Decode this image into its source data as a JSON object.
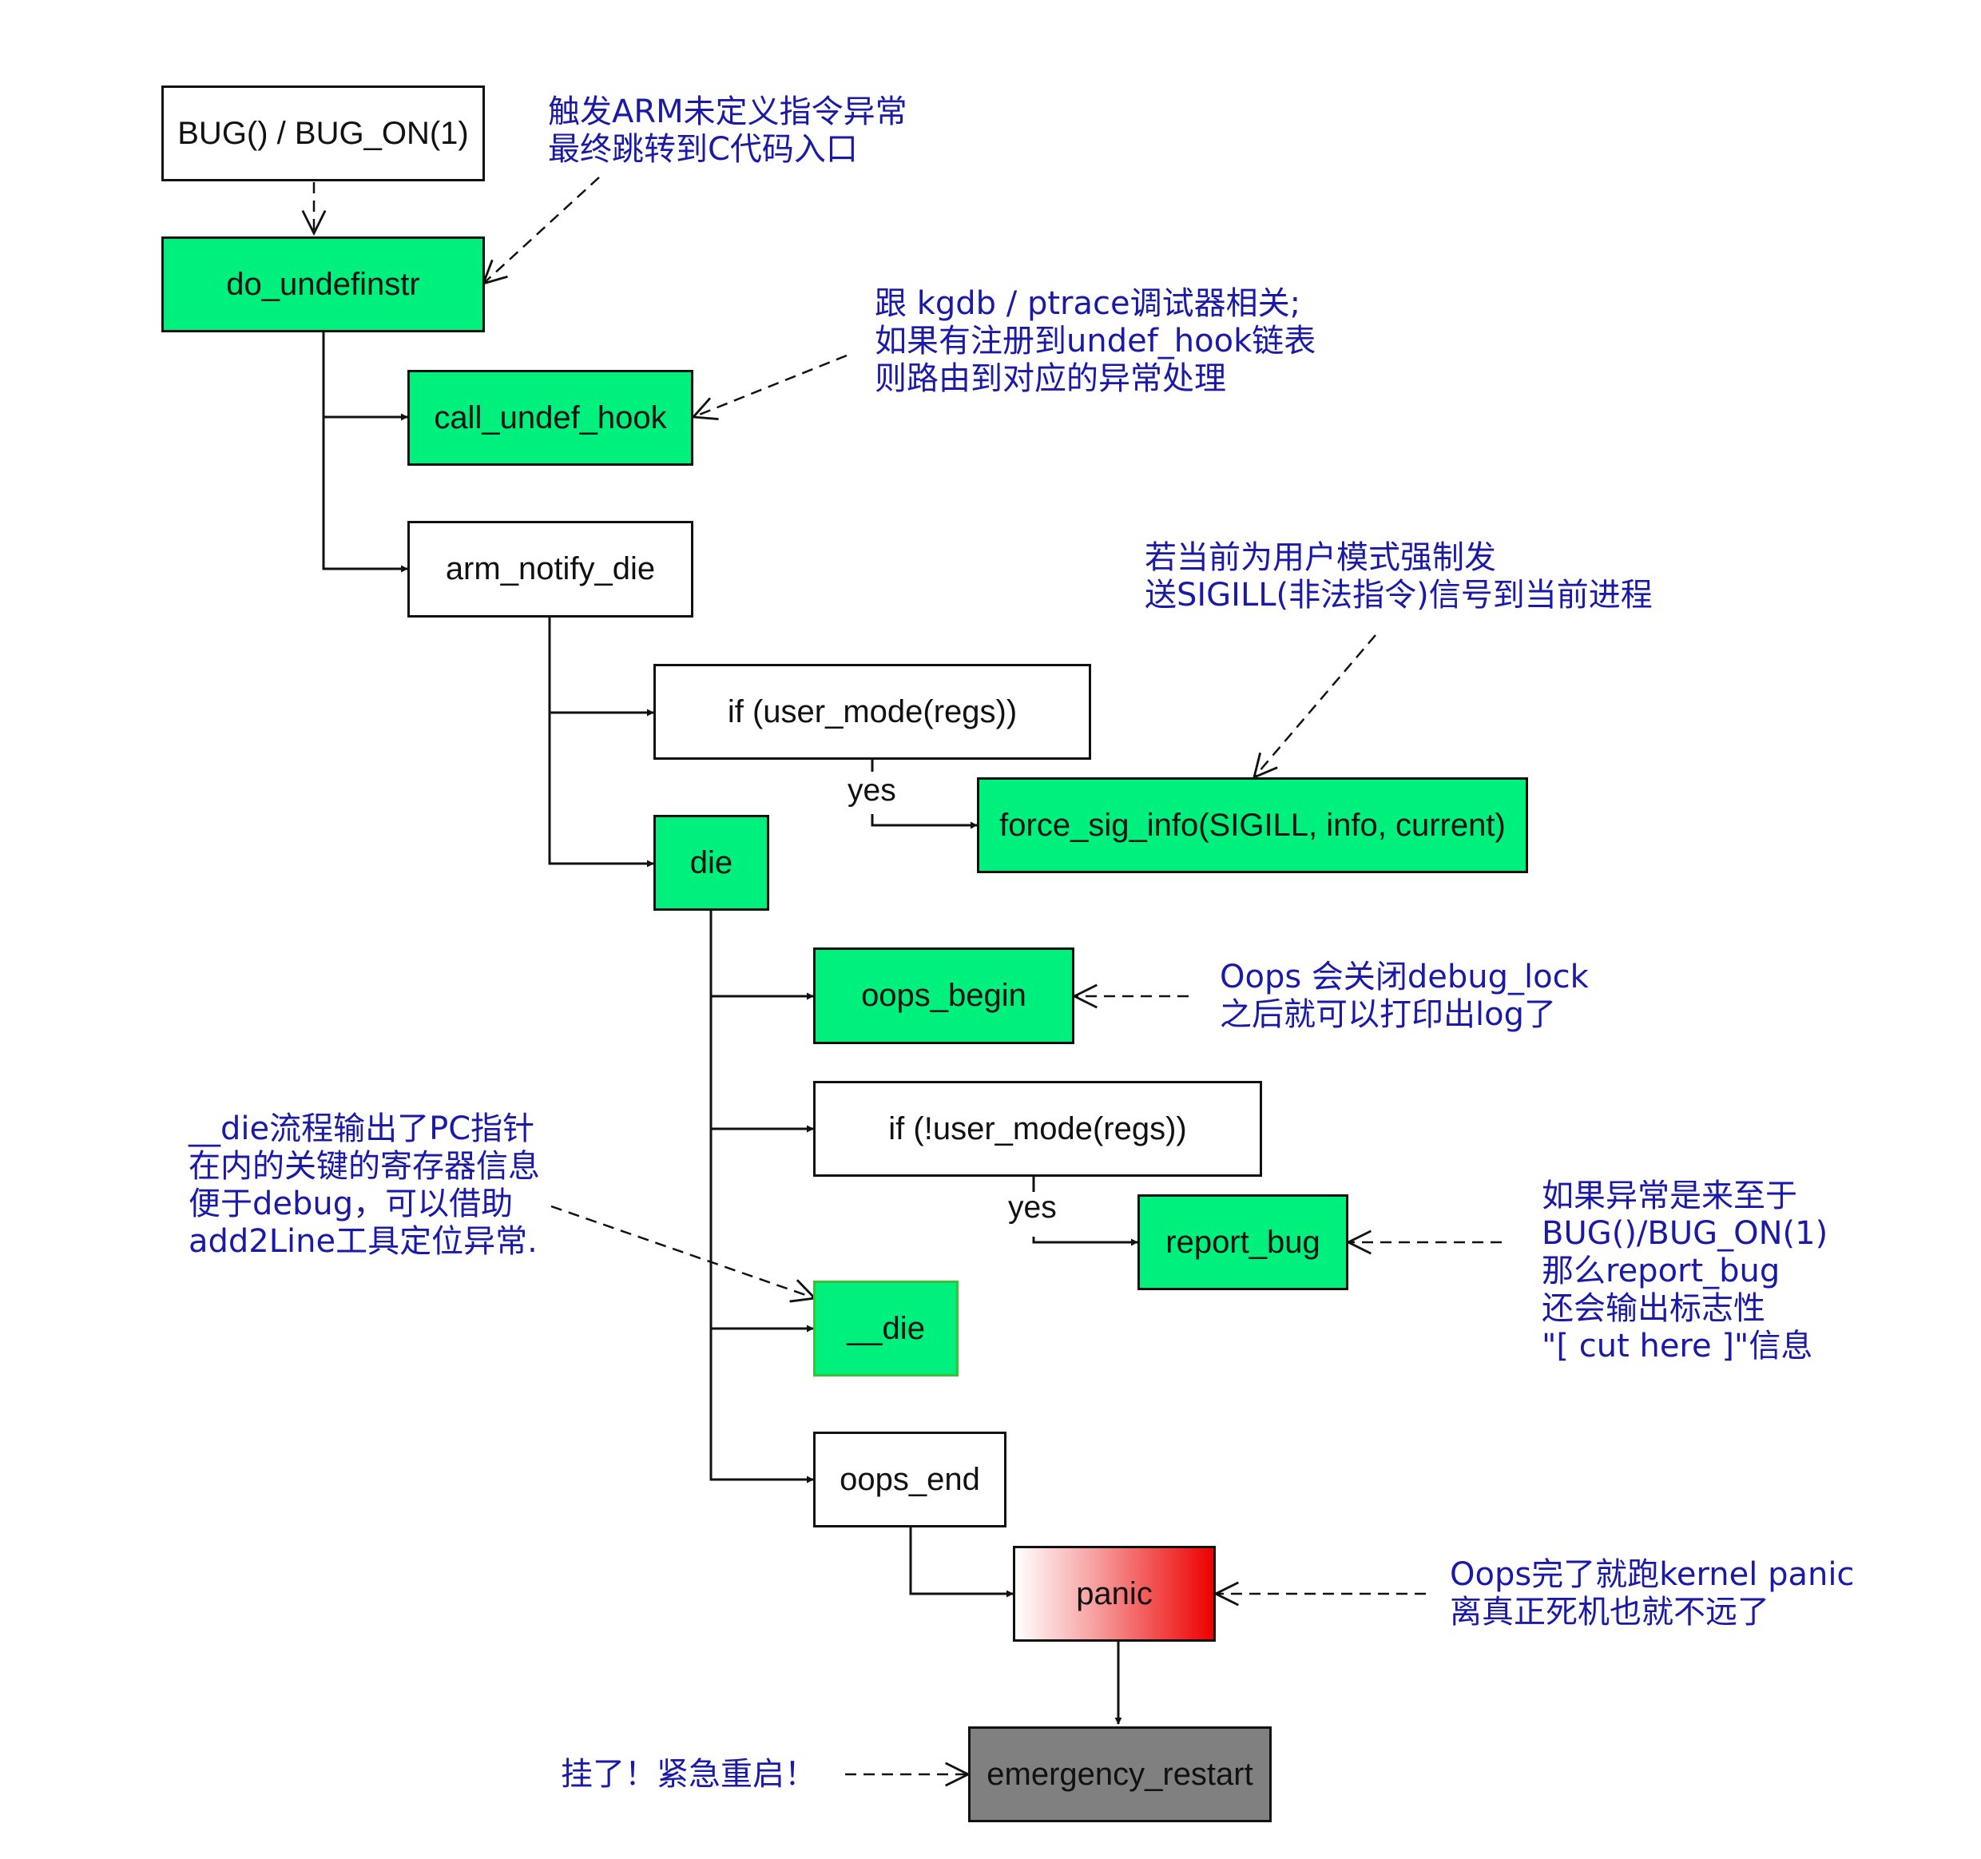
{
  "nodes": {
    "bug_on": "BUG() / BUG_ON(1)",
    "do_undefinstr": "do_undefinstr",
    "call_undef_hook": "call_undef_hook",
    "arm_notify_die": "arm_notify_die",
    "if_user_mode": "if (user_mode(regs))",
    "force_sig_info": "force_sig_info(SIGILL, info, current)",
    "die": "die",
    "oops_begin": "oops_begin",
    "if_not_user_mode": "if (!user_mode(regs))",
    "report_bug": "report_bug",
    "__die": "__die",
    "oops_end": "oops_end",
    "panic": "panic",
    "emergency_restart": "emergency_restart"
  },
  "branch_labels": {
    "yes_1": "yes",
    "yes_2": "yes"
  },
  "notes": {
    "arm_undef": "触发ARM未定义指令异常\n最终跳转到C代码入口",
    "kgdb": "跟 kgdb / ptrace调试器相关;\n如果有注册到undef_hook链表\n则路由到对应的异常处理",
    "sigill": "若当前为用户模式强制发\n送SIGILL(非法指令)信号到当前进程",
    "oops_begin": "Oops 会关闭debug_lock\n之后就可以打印出log了",
    "die_flow": "__die流程输出了PC指针\n在内的关键的寄存器信息\n便于debug，可以借助\nadd2Line工具定位异常.",
    "report_bug": "如果异常是来至于\nBUG()/BUG_ON(1)\n那么report_bug\n还会输出标志性\n\"[ cut here ]\"信息",
    "panic": "Oops完了就跑kernel panic\n离真正死机也就不远了",
    "restart": "挂了！紧急重启！"
  },
  "colors": {
    "node_green": "#00f07d",
    "node_gray": "#808080",
    "panic_red": "#ee0000",
    "note_text": "#1a1aa6"
  }
}
